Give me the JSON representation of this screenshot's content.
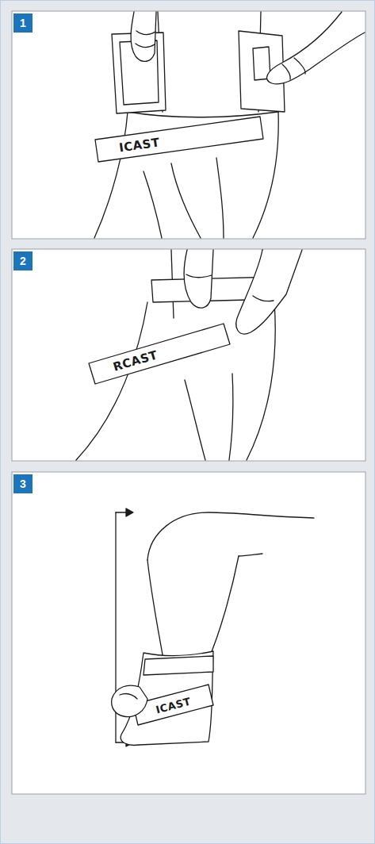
{
  "diagram": {
    "nodes": [
      {
        "text": [
          "1"
        ]
      },
      {
        "text": [
          "2"
        ]
      },
      {
        "text": [
          "3"
        ]
      }
    ],
    "labels": [
      "ICAST",
      "RCAST",
      "ICAST"
    ]
  }
}
